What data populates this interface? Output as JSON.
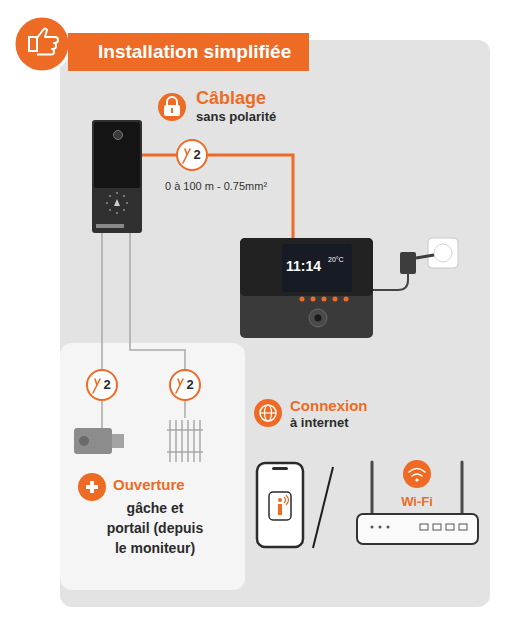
{
  "diagram": {
    "title": "Installation simplifiée",
    "nodes": [
      {
        "text": [
          "Ouverture",
          "gâche et portail (depuis le moniteur)"
        ]
      },
      {
        "text": [
          "11:14",
          "20°C"
        ]
      }
    ],
    "labels": [
      "Câblage",
      "sans polarité",
      "2",
      "0 à 100 m - 0.75mm²",
      "2",
      "2",
      "Connexion",
      "à internet",
      "Wi-Fi"
    ]
  }
}
